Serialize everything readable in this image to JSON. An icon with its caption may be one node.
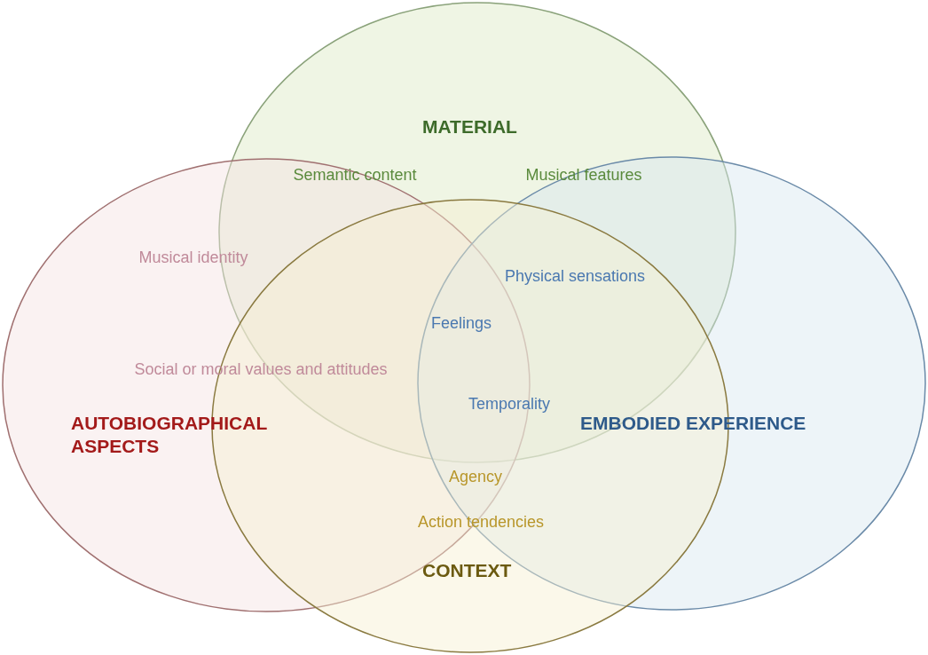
{
  "diagram": {
    "nodes": [
      {
        "text": [
          "MATERIAL"
        ]
      },
      {
        "text": [
          "AUTOBIOGRAPHICAL ASPECTS"
        ]
      },
      {
        "text": [
          "EMBODIED EXPERIENCE"
        ]
      },
      {
        "text": [
          "CONTEXT"
        ]
      }
    ],
    "labels": [
      "Semantic content",
      "Musical features",
      "Musical identity",
      "Physical sensations",
      "Feelings",
      "Social or moral values and attitudes",
      "Temporality",
      "Agency",
      "Action tendencies"
    ]
  }
}
